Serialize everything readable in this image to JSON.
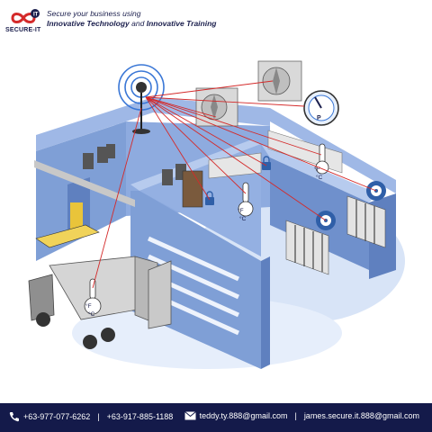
{
  "brand": {
    "logo_text": "SECURE-IT",
    "tagline_line1": "Secure your business using",
    "tagline_part1": "Innovative Technology",
    "tagline_and": " and ",
    "tagline_part2": "Innovative Training"
  },
  "colors": {
    "navy": "#141a4a",
    "wall": "#7f9fd6",
    "wall_dark": "#5f80bf",
    "wall_light": "#9fb8e6",
    "floor": "#d8e4f7",
    "accent_red": "#d42a2a"
  },
  "sensors": {
    "temp_label": "°F\n°C",
    "temp_f": "°F",
    "temp_c": "°C",
    "pressure_label": "P"
  },
  "footer": {
    "phone1": "+63-977-077-6262",
    "separator": "|",
    "phone2": "+63-917-885-1188",
    "email1": "teddy.ty.888@gmail.com",
    "email2": "james.secure.it.888@gmail.com"
  },
  "icons": [
    "logo-infinity-icon",
    "antenna-icon",
    "phone-icon",
    "mail-icon",
    "lock-icon",
    "thermometer-icon",
    "pressure-gauge-icon",
    "fan-icon"
  ]
}
